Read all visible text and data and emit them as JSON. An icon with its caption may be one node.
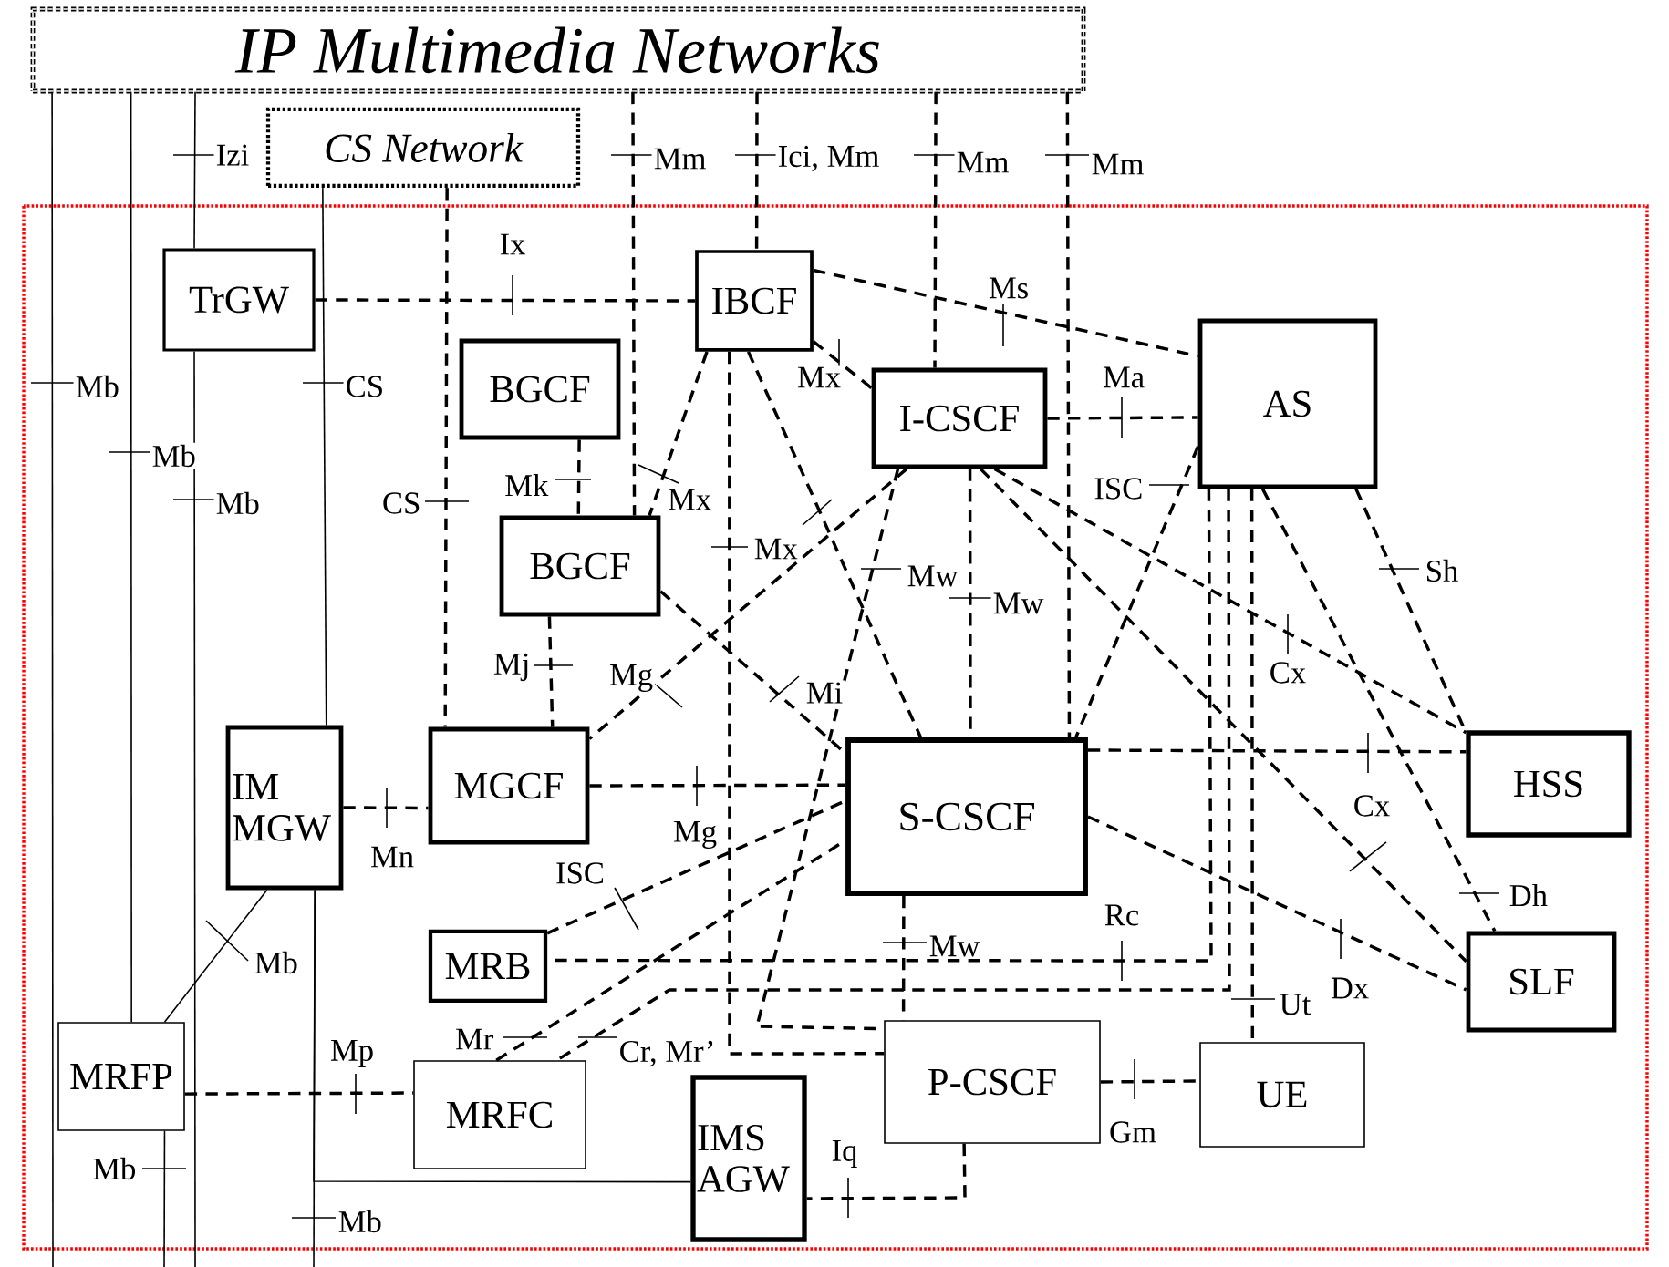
{
  "diagram": {
    "nodes": [
      {
        "text": [
          "IP Multimedia Networks"
        ]
      },
      {
        "text": [
          "CS Network"
        ]
      },
      {
        "text": [
          "TrGW"
        ]
      },
      {
        "text": [
          "IBCF"
        ]
      },
      {
        "text": [
          "BGCF"
        ]
      },
      {
        "text": [
          "I-CSCF"
        ]
      },
      {
        "text": [
          "AS"
        ]
      },
      {
        "text": [
          "BGCF"
        ]
      },
      {
        "text": [
          "IM MGW"
        ]
      },
      {
        "text": [
          "MGCF"
        ]
      },
      {
        "text": [
          "S-CSCF"
        ]
      },
      {
        "text": [
          "HSS"
        ]
      },
      {
        "text": [
          "MRB"
        ]
      },
      {
        "text": [
          "SLF"
        ]
      },
      {
        "text": [
          "MRFP"
        ]
      },
      {
        "text": [
          "MRFC"
        ]
      },
      {
        "text": [
          "P-CSCF"
        ]
      },
      {
        "text": [
          "UE"
        ]
      },
      {
        "text": [
          "IMS AGW"
        ]
      }
    ],
    "edges": [
      {
        "from": 0,
        "to": 2,
        "arrow": "none",
        "label": "Izi"
      },
      {
        "from": 0,
        "to": 14,
        "arrow": "none",
        "label": "Mb"
      },
      {
        "from": 0,
        "to": null,
        "arrow": "none",
        "label": "Mb"
      },
      {
        "from": 2,
        "to": null,
        "arrow": "none",
        "label": "Mb"
      },
      {
        "from": 1,
        "to": 8,
        "arrow": "none",
        "label": "CS"
      },
      {
        "from": 8,
        "to": 18,
        "arrow": "none"
      },
      {
        "from": 8,
        "to": null,
        "arrow": "none",
        "label": "Mb"
      },
      {
        "from": 14,
        "to": null,
        "arrow": "none",
        "label": "Mb"
      },
      {
        "from": 8,
        "to": 14,
        "arrow": "none",
        "label": "Mb"
      },
      {
        "from": 1,
        "to": 9,
        "arrow": "none",
        "label": "CS",
        "style": "dashed"
      },
      {
        "from": 0,
        "to": 7,
        "arrow": "none",
        "label": "Mm",
        "style": "dashed"
      },
      {
        "from": 0,
        "to": 3,
        "arrow": "none",
        "label": "Ici, Mm",
        "style": "dashed"
      },
      {
        "from": 0,
        "to": 5,
        "arrow": "none",
        "label": "Mm",
        "style": "dashed"
      },
      {
        "from": 0,
        "to": 10,
        "arrow": "none",
        "label": "Mm",
        "style": "dashed"
      },
      {
        "from": 2,
        "to": 3,
        "arrow": "none",
        "label": "Ix",
        "style": "dashed"
      },
      {
        "from": 3,
        "to": 6,
        "arrow": "none",
        "label": "Ms",
        "style": "dashed"
      },
      {
        "from": 3,
        "to": 5,
        "arrow": "none",
        "label": "Mx",
        "style": "dashed"
      },
      {
        "from": 3,
        "to": 7,
        "arrow": "none",
        "label": "Mx",
        "style": "dashed"
      },
      {
        "from": 3,
        "to": 16,
        "arrow": "none",
        "label": "Mx",
        "style": "dashed"
      },
      {
        "from": 3,
        "to": 10,
        "arrow": "none",
        "style": "dashed"
      },
      {
        "from": 4,
        "to": 7,
        "arrow": "none",
        "label": "Mk",
        "style": "dashed"
      },
      {
        "from": 7,
        "to": 9,
        "arrow": "none",
        "label": "Mj",
        "style": "dashed"
      },
      {
        "from": 7,
        "to": 10,
        "arrow": "none",
        "label": "Mi",
        "style": "dashed"
      },
      {
        "from": 5,
        "to": 9,
        "arrow": "none",
        "label": "Mg",
        "style": "dashed"
      },
      {
        "from": 9,
        "to": 10,
        "arrow": "none",
        "label": "Mg",
        "style": "dashed"
      },
      {
        "from": 8,
        "to": 9,
        "arrow": "none",
        "label": "Mn",
        "style": "dashed"
      },
      {
        "from": 5,
        "to": 6,
        "arrow": "none",
        "label": "Ma",
        "style": "dashed"
      },
      {
        "from": 5,
        "to": 10,
        "arrow": "none",
        "label": "Mw",
        "style": "dashed"
      },
      {
        "from": 5,
        "to": 16,
        "arrow": "none",
        "label": "Mw",
        "style": "dashed"
      },
      {
        "from": 10,
        "to": 16,
        "arrow": "none",
        "label": "Mw",
        "style": "dashed"
      },
      {
        "from": 6,
        "to": 10,
        "arrow": "none",
        "label": "ISC",
        "style": "dashed"
      },
      {
        "from": 6,
        "to": 11,
        "arrow": "none",
        "label": "Sh",
        "style": "dashed"
      },
      {
        "from": 6,
        "to": 13,
        "arrow": "none",
        "label": "Dh",
        "style": "dashed"
      },
      {
        "from": 6,
        "to": 12,
        "arrow": "none",
        "label": "Rc",
        "style": "dashed"
      },
      {
        "from": 6,
        "to": 15,
        "arrow": "none",
        "label": "Cr, Mr’",
        "style": "dashed"
      },
      {
        "from": 6,
        "to": 17,
        "arrow": "none",
        "label": "Ut",
        "style": "dashed"
      },
      {
        "from": 12,
        "to": 10,
        "arrow": "none",
        "label": "ISC",
        "style": "dashed"
      },
      {
        "from": 15,
        "to": 10,
        "arrow": "none",
        "label": "Mr",
        "style": "dashed"
      },
      {
        "from": 14,
        "to": 15,
        "arrow": "none",
        "label": "Mp",
        "style": "dashed"
      },
      {
        "from": 10,
        "to": 11,
        "arrow": "none",
        "label": "Cx",
        "style": "dashed"
      },
      {
        "from": 5,
        "to": 11,
        "arrow": "none",
        "label": "Cx",
        "style": "dashed"
      },
      {
        "from": 5,
        "to": 13,
        "arrow": "none",
        "style": "dashed"
      },
      {
        "from": 10,
        "to": 13,
        "arrow": "none",
        "label": "Dx",
        "style": "dashed"
      },
      {
        "from": 16,
        "to": 17,
        "arrow": "none",
        "label": "Gm",
        "style": "dashed"
      },
      {
        "from": 16,
        "to": 18,
        "arrow": "none",
        "label": "Iq",
        "style": "dashed"
      }
    ]
  }
}
